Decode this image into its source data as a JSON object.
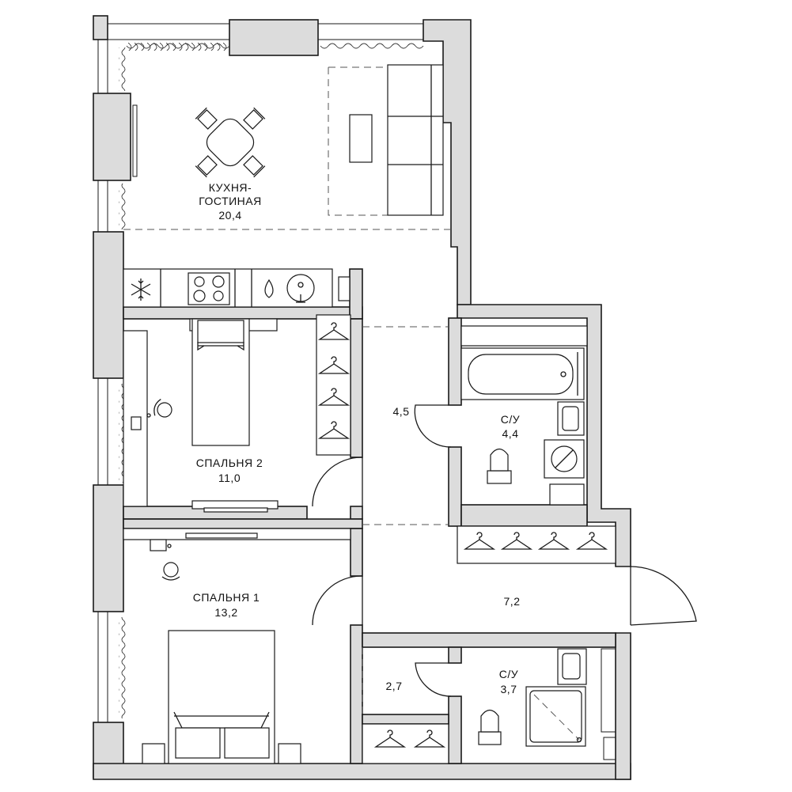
{
  "rooms": {
    "kitchen_living": {
      "name_line1": "КУХНЯ-",
      "name_line2": "ГОСТИНАЯ",
      "area": "20,4"
    },
    "bedroom2": {
      "name": "СПАЛЬНЯ 2",
      "area": "11,0"
    },
    "bedroom1": {
      "name": "СПАЛЬНЯ 1",
      "area": "13,2"
    },
    "corridor_upper": {
      "area": "4,5"
    },
    "bathroom_upper": {
      "name": "С/У",
      "area": "4,4"
    },
    "hall": {
      "area": "7,2"
    },
    "closet_corridor": {
      "area": "2,7"
    },
    "bathroom_lower": {
      "name": "С/У",
      "area": "3,7"
    }
  },
  "icons": {
    "dining": "dining-table-icon",
    "sofa": "sofa-icon",
    "fridge": "snowflake-icon",
    "hob": "cooktop-icon",
    "sink": "sink-icon",
    "hanger": "hanger-icon",
    "bed": "bed-icon",
    "chair": "chair-icon",
    "bathtub": "bathtub-icon",
    "toilet": "toilet-icon",
    "washer": "washing-machine-icon",
    "shower": "shower-icon"
  },
  "colors": {
    "wall_fill": "#dcdcdc",
    "line": "#1a1a1a",
    "background": "#ffffff"
  }
}
